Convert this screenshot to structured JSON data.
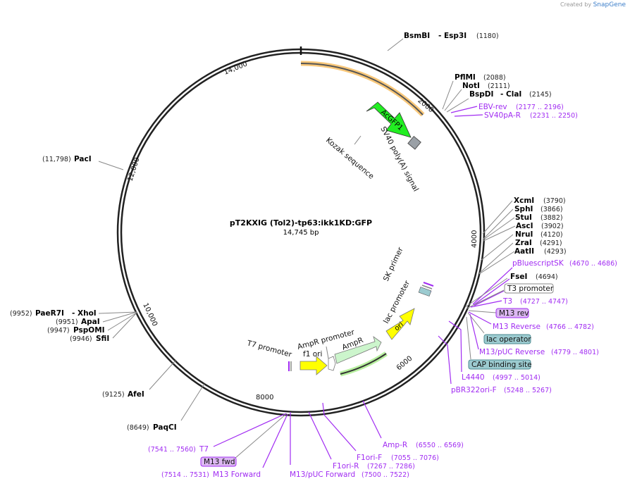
{
  "credit": {
    "prefix": "Created by",
    "brand": "SnapGene"
  },
  "plasmid": {
    "name": "pT2KXIG (Tol2)-tp63:ikk1KD:GFP",
    "length": "14,745 bp"
  },
  "ticks": [
    "14,000",
    "2000",
    "4000",
    "6000",
    "8000",
    "10,000",
    "12,000"
  ],
  "enzymes": [
    {
      "name": "BsmBI",
      "alt": "- Esp3I",
      "pos": "(1180)"
    },
    {
      "name": "PflMI",
      "pos": "(2088)"
    },
    {
      "name": "NotI",
      "pos": "(2111)"
    },
    {
      "name": "BspDI",
      "alt": "- ClaI",
      "pos": "(2145)"
    },
    {
      "name": "XcmI",
      "pos": "(3790)"
    },
    {
      "name": "SphI",
      "pos": "(3866)"
    },
    {
      "name": "StuI",
      "pos": "(3882)"
    },
    {
      "name": "AscI",
      "pos": "(3902)"
    },
    {
      "name": "NruI",
      "pos": "(4120)"
    },
    {
      "name": "ZraI",
      "pos": "(4291)"
    },
    {
      "name": "AatII",
      "pos": "(4293)"
    },
    {
      "name": "FseI",
      "pos": "(4694)"
    },
    {
      "name": "PaqCI",
      "pos": "(8649)"
    },
    {
      "name": "AfeI",
      "pos": "(9125)"
    },
    {
      "name": "SfiI",
      "pos": "(9946)"
    },
    {
      "name": "PspOMI",
      "pos": "(9947)"
    },
    {
      "name": "ApaI",
      "pos": "(9951)"
    },
    {
      "name": "PaeR7I",
      "alt": "- XhoI",
      "pos": "(9952)"
    },
    {
      "name": "PacI",
      "pos": "(11,798)"
    }
  ],
  "primers": [
    {
      "name": "EBV-rev",
      "pos": "(2177 .. 2196)"
    },
    {
      "name": "SV40pA-R",
      "pos": "(2231 .. 2250)"
    },
    {
      "name": "pBluescriptSK",
      "pos": "(4670 .. 4686)"
    },
    {
      "name": "T3",
      "pos": "(4727 .. 4747)"
    },
    {
      "name": "M13 Reverse",
      "pos": "(4766 .. 4782)"
    },
    {
      "name": "M13/pUC Reverse",
      "pos": "(4779 .. 4801)"
    },
    {
      "name": "L4440",
      "pos": "(4997 .. 5014)"
    },
    {
      "name": "pBR322ori-F",
      "pos": "(5248 .. 5267)"
    },
    {
      "name": "Amp-R",
      "pos": "(6550 .. 6569)"
    },
    {
      "name": "F1ori-F",
      "pos": "(7055 .. 7076)"
    },
    {
      "name": "F1ori-R",
      "pos": "(7267 .. 7286)"
    },
    {
      "name": "M13/pUC Forward",
      "pos": "(7500 .. 7522)"
    },
    {
      "name": "M13 Forward",
      "pos": "(7514 .. 7531)"
    },
    {
      "name": "T7",
      "pos": "(7541 .. 7560)"
    }
  ],
  "boxed": {
    "t3_promoter": "T3 promoter",
    "m13_rev": "M13 rev",
    "lac_operator": "lac operator",
    "cap_site": "CAP binding site",
    "m13_fwd": "M13 fwd"
  },
  "features": {
    "acgfp1": "AcGFP1",
    "sv40": "SV40 poly(A) signal",
    "kozak": "Kozak sequence",
    "sk_primer": "SK primer",
    "lac_promoter": "lac promoter",
    "ori": "ori",
    "ampr": "AmpR",
    "ampr_promoter": "AmpR promoter",
    "f1_ori": "f1 ori",
    "t7_promoter": "T7 promoter"
  },
  "colors": {
    "primer": "#a12cf2",
    "gfp": "#22ee22",
    "yellow": "#ffff00",
    "ampr": "#ccf5cc",
    "boxteal": "#9ccbd0",
    "boxpurple": "#dcb8f2"
  }
}
